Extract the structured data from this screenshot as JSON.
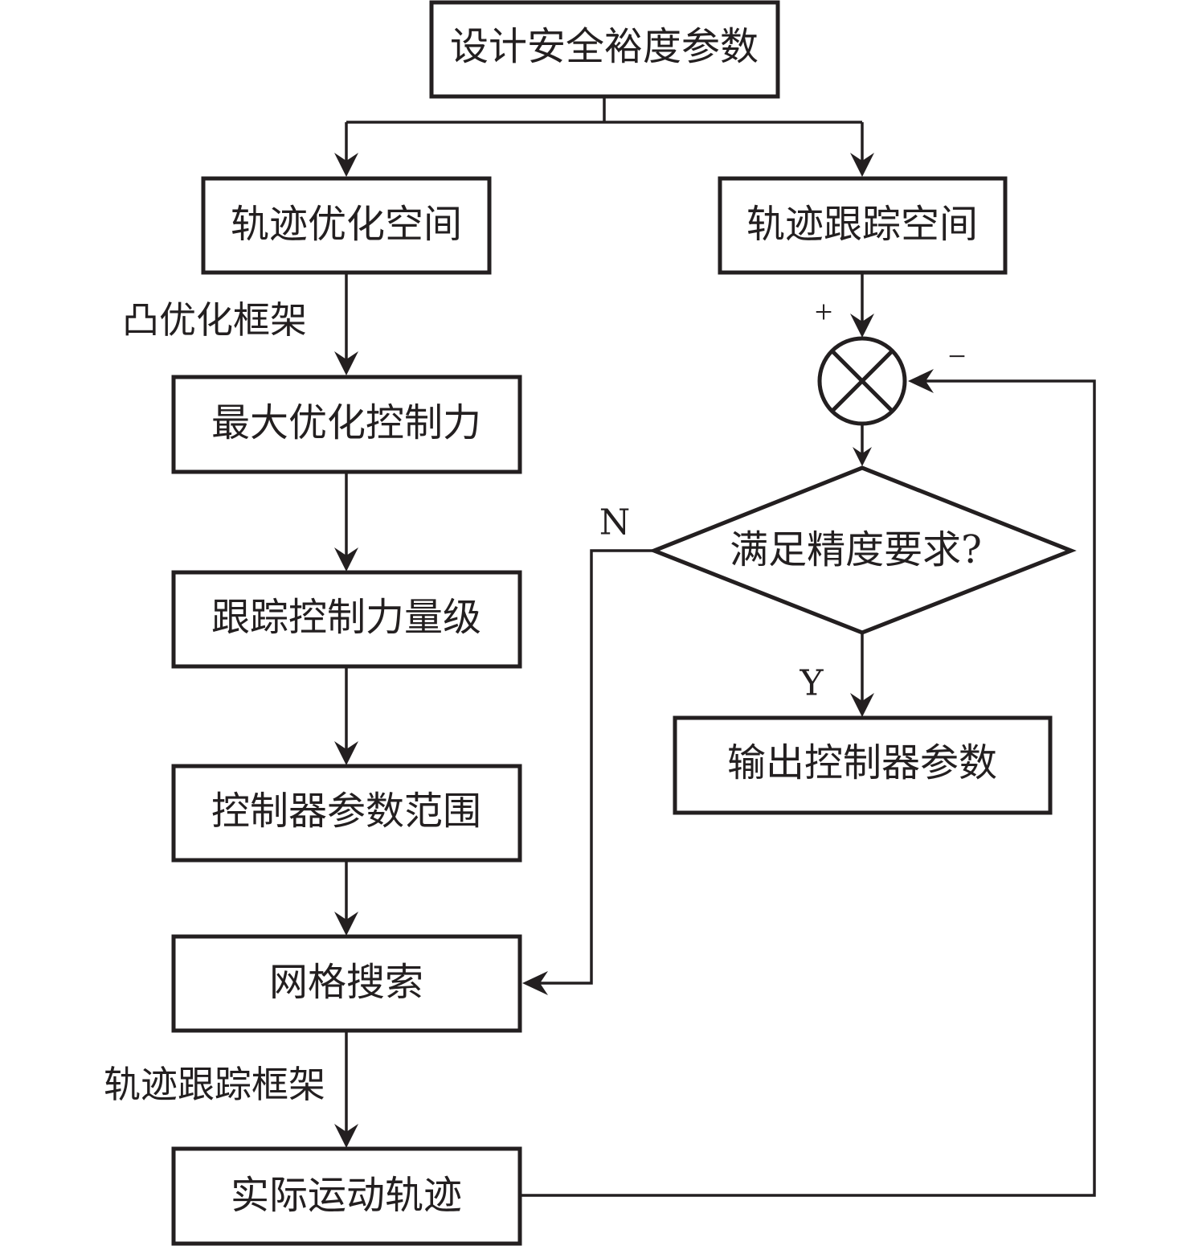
{
  "diagram": {
    "type": "flowchart",
    "colors": {
      "stroke": "#231f20",
      "background": "#ffffff"
    },
    "nodes": {
      "design_margin": "设计安全裕度参数",
      "traj_opt_space": "轨迹优化空间",
      "traj_track_space": "轨迹跟踪空间",
      "max_opt_force": "最大优化控制力",
      "track_force_mag": "跟踪控制力量级",
      "ctrl_param_range": "控制器参数范围",
      "grid_search": "网格搜索",
      "actual_traj": "实际运动轨迹",
      "accuracy_check": "满足精度要求?",
      "output_params": "输出控制器参数"
    },
    "edge_labels": {
      "convex_framework": "凸优化框架",
      "tracking_framework": "轨迹跟踪框架",
      "no": "N",
      "yes": "Y",
      "plus": "+",
      "minus": "−"
    },
    "edges": [
      {
        "from": "design_margin",
        "to": "traj_opt_space"
      },
      {
        "from": "design_margin",
        "to": "traj_track_space"
      },
      {
        "from": "traj_opt_space",
        "to": "max_opt_force",
        "label": "凸优化框架"
      },
      {
        "from": "max_opt_force",
        "to": "track_force_mag"
      },
      {
        "from": "track_force_mag",
        "to": "ctrl_param_range"
      },
      {
        "from": "ctrl_param_range",
        "to": "grid_search"
      },
      {
        "from": "grid_search",
        "to": "actual_traj",
        "label": "轨迹跟踪框架"
      },
      {
        "from": "traj_track_space",
        "to": "summing_junction",
        "label": "+"
      },
      {
        "from": "actual_traj",
        "to": "summing_junction",
        "label": "−"
      },
      {
        "from": "summing_junction",
        "to": "accuracy_check"
      },
      {
        "from": "accuracy_check",
        "to": "output_params",
        "label": "Y"
      },
      {
        "from": "accuracy_check",
        "to": "grid_search",
        "label": "N"
      }
    ]
  }
}
